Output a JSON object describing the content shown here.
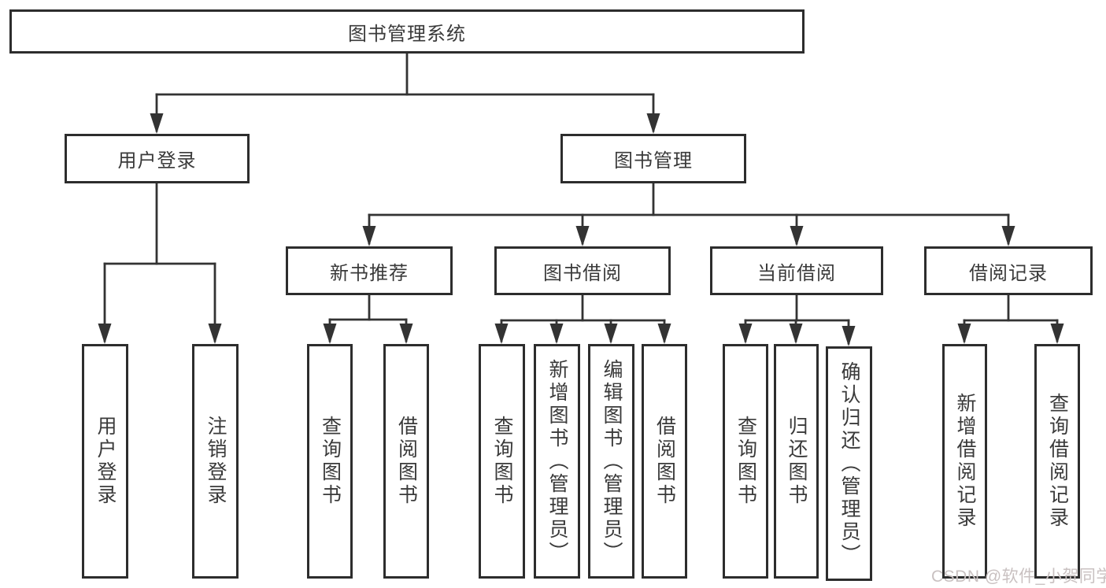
{
  "diagram": {
    "type": "hierarchy-tree",
    "colors": {
      "line": "#333333",
      "box_border": "#2d2d2d",
      "text": "#3a3a3a",
      "background": "#ffffff",
      "watermark": "#c9c1c1"
    },
    "tree": {
      "label": "图书管理系统",
      "children": [
        {
          "label": "用户登录",
          "children": [
            {
              "label": "用户登录"
            },
            {
              "label": "注销登录"
            }
          ]
        },
        {
          "label": "图书管理",
          "children": [
            {
              "label": "新书推荐",
              "children": [
                {
                  "label": "查询图书"
                },
                {
                  "label": "借阅图书"
                }
              ]
            },
            {
              "label": "图书借阅",
              "children": [
                {
                  "label": "查询图书"
                },
                {
                  "label": "新增图书（管理员）"
                },
                {
                  "label": "编辑图书（管理员）"
                },
                {
                  "label": "借阅图书"
                }
              ]
            },
            {
              "label": "当前借阅",
              "children": [
                {
                  "label": "查询图书"
                },
                {
                  "label": "归还图书"
                },
                {
                  "label": "确认归还（管理员）"
                }
              ]
            },
            {
              "label": "借阅记录",
              "children": [
                {
                  "label": "新增借阅记录"
                },
                {
                  "label": "查询借阅记录"
                }
              ]
            }
          ]
        }
      ]
    }
  },
  "watermark": {
    "text": "CSDN @软件_小贺同学"
  }
}
